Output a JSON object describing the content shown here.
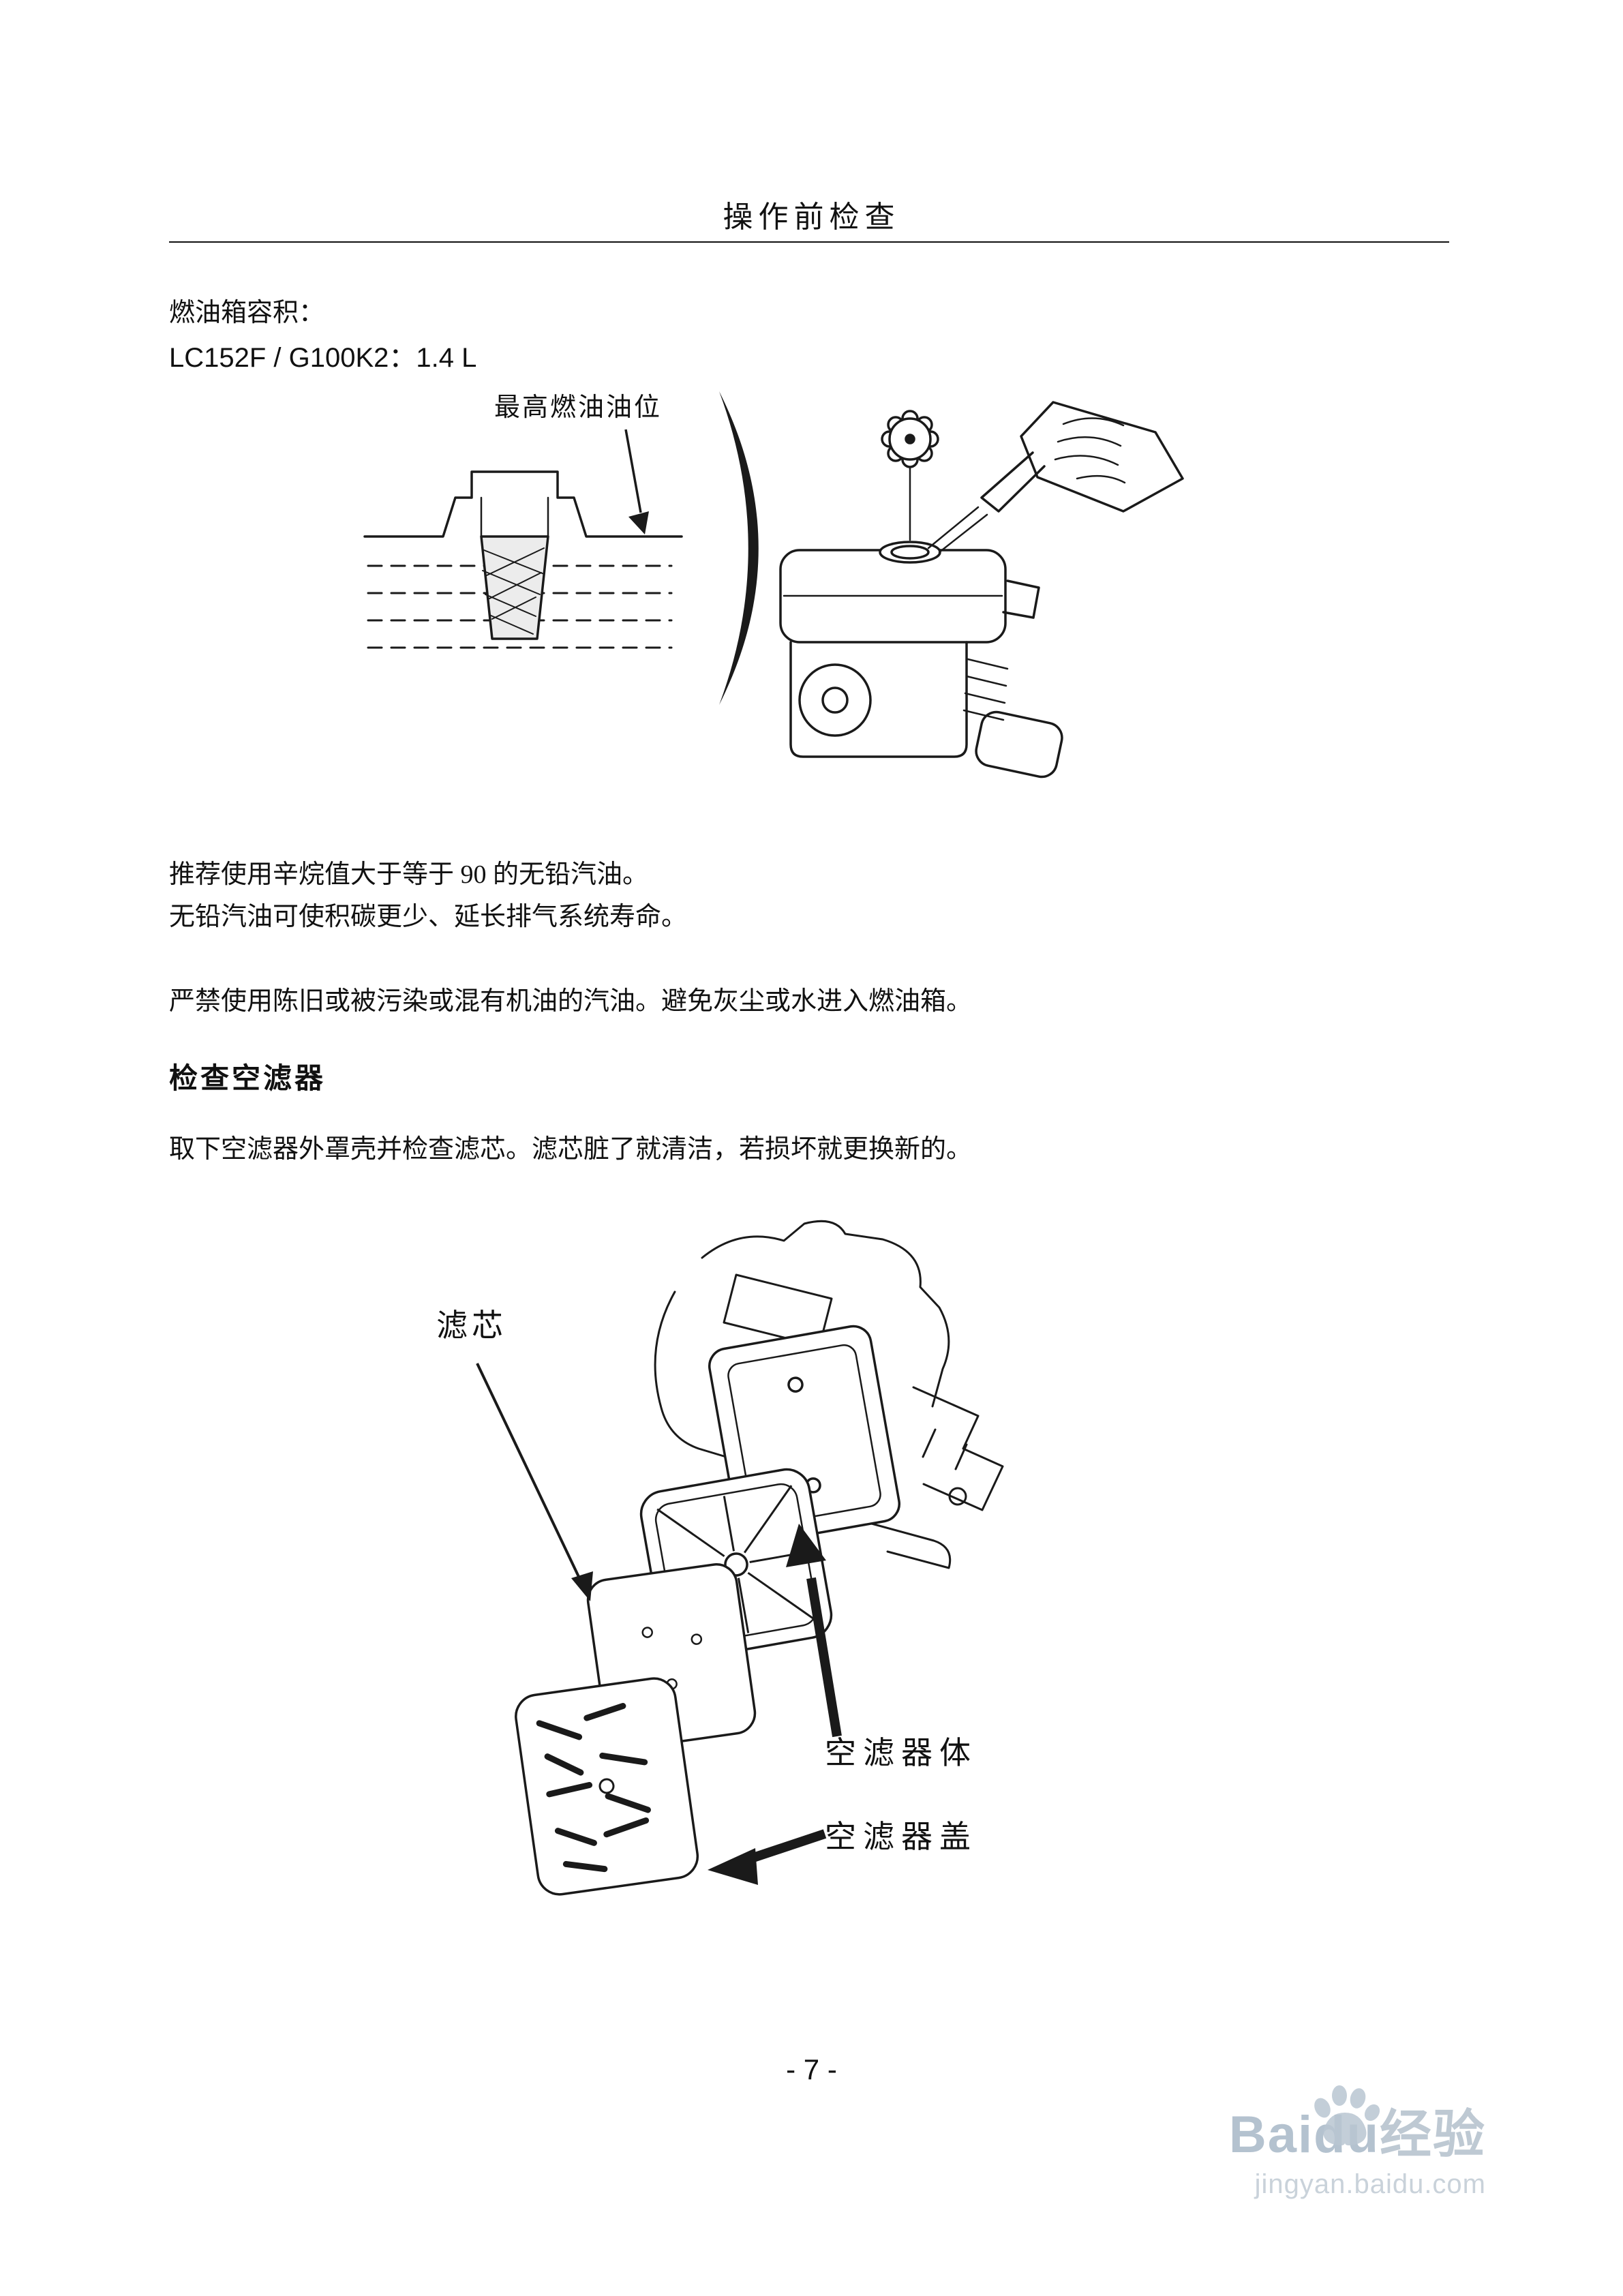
{
  "header": {
    "title": "操作前检查"
  },
  "fuel_section": {
    "capacity_label": "燃油箱容积：",
    "capacity_value": "LC152F / G100K2：1.4 L",
    "max_level_label": "最高燃油油位",
    "recommendation_line1": "推荐使用辛烷值大于等于 90 的无铅汽油。",
    "recommendation_line2": "无铅汽油可使积碳更少、延长排气系统寿命。",
    "warning": "严禁使用陈旧或被污染或混有机油的汽油。避免灰尘或水进入燃油箱。"
  },
  "air_filter_section": {
    "heading": "检查空滤器",
    "instruction": "取下空滤器外罩壳并检查滤芯。滤芯脏了就清洁，若损坏就更换新的。",
    "labels": {
      "element": "滤芯",
      "body": "空滤器体",
      "cover": "空滤器盖"
    }
  },
  "footer": {
    "page_number": "- 7 -"
  },
  "watermark": {
    "brand": "Baidu",
    "suffix": "经验",
    "url": "jingyan.baidu.com"
  }
}
